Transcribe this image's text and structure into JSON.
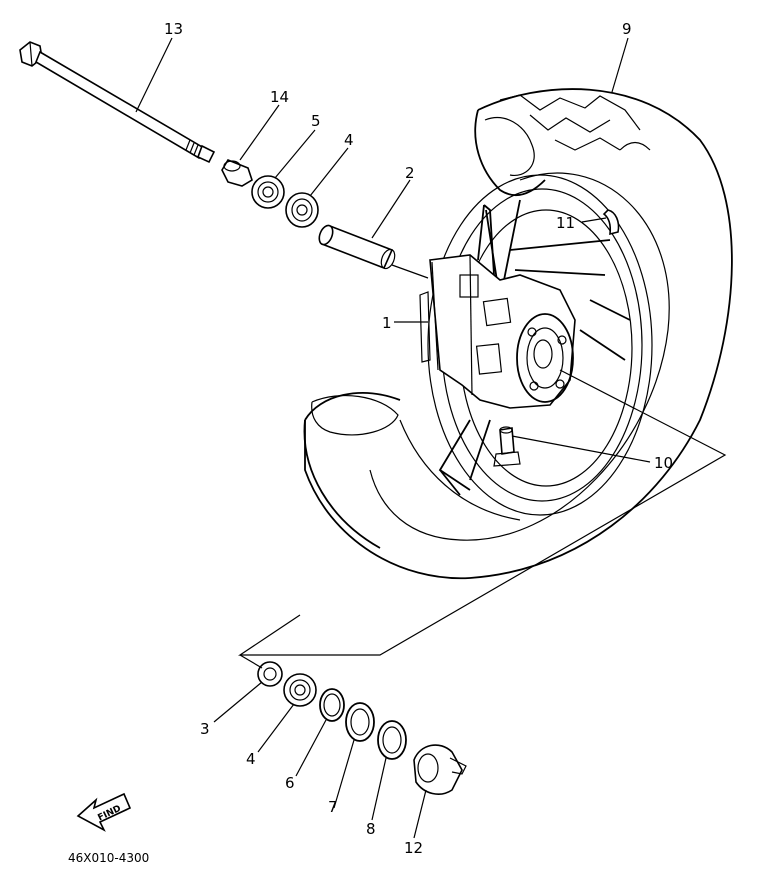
{
  "callouts": [
    {
      "id": "c13",
      "text": "13"
    },
    {
      "id": "c14",
      "text": "14"
    },
    {
      "id": "c5",
      "text": "5"
    },
    {
      "id": "c4a",
      "text": "4"
    },
    {
      "id": "c2",
      "text": "2"
    },
    {
      "id": "c9",
      "text": "9"
    },
    {
      "id": "c11",
      "text": "11"
    },
    {
      "id": "c1",
      "text": "1"
    },
    {
      "id": "c10",
      "text": "10"
    },
    {
      "id": "c3",
      "text": "3"
    },
    {
      "id": "c4b",
      "text": "4"
    },
    {
      "id": "c6",
      "text": "6"
    },
    {
      "id": "c7",
      "text": "7"
    },
    {
      "id": "c8",
      "text": "8"
    },
    {
      "id": "c12",
      "text": "12"
    }
  ],
  "find_arrow": {
    "text": "FIND"
  },
  "diagram_code": "46X010-4300"
}
